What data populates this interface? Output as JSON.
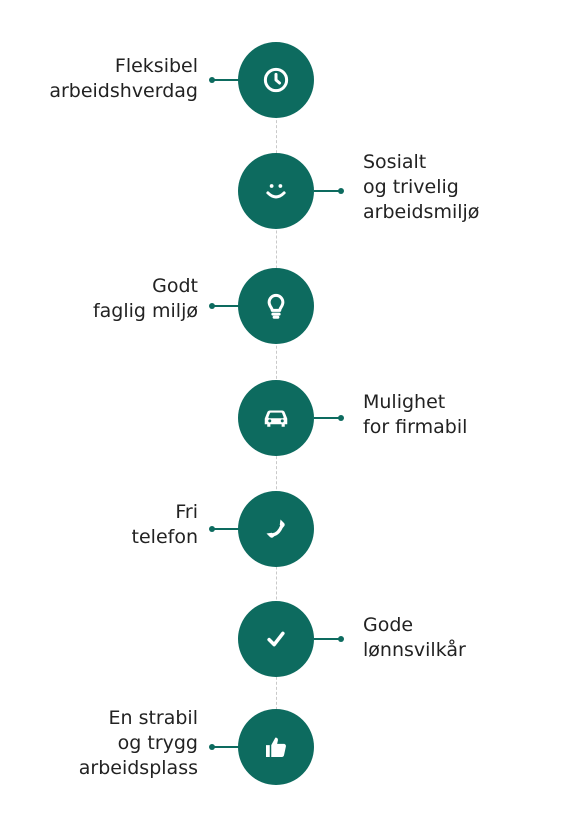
{
  "accent_color": "#0d6b5f",
  "items": [
    {
      "label": "Fleksibel\narbeidshverdag",
      "icon": "clock-icon",
      "side": "left"
    },
    {
      "label": "Sosialt\nog trivelig\narbeidsmiljø",
      "icon": "smiley-icon",
      "side": "right"
    },
    {
      "label": "Godt\nfaglig miljø",
      "icon": "lightbulb-icon",
      "side": "left"
    },
    {
      "label": "Mulighet\nfor firmabil",
      "icon": "car-icon",
      "side": "right"
    },
    {
      "label": "Fri\ntelefon",
      "icon": "phone-icon",
      "side": "left"
    },
    {
      "label": "Gode\nlønnsvilkår",
      "icon": "checkmark-icon",
      "side": "right"
    },
    {
      "label": "En strabil\nog trygg\narbeidsplass",
      "icon": "thumbs-up-icon",
      "side": "left"
    }
  ]
}
